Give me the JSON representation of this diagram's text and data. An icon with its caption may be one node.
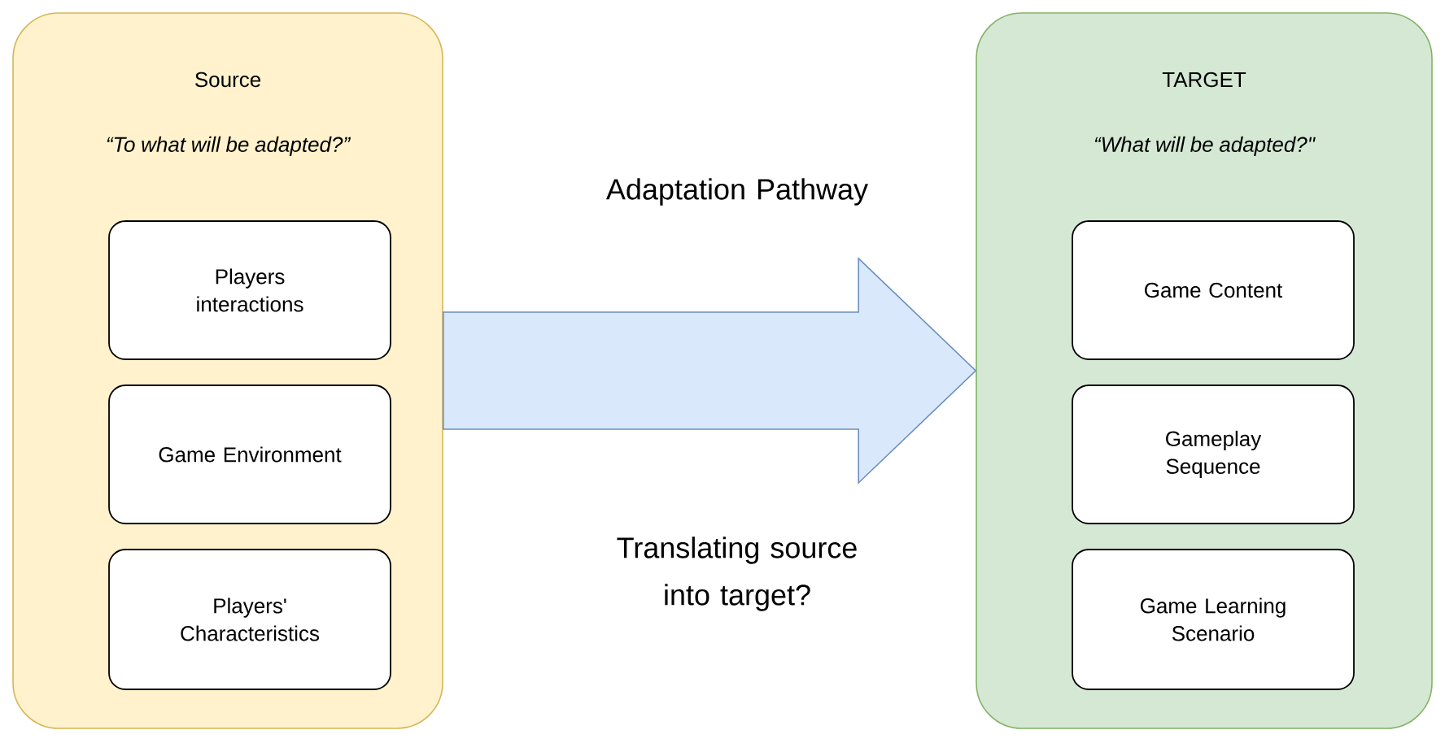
{
  "diagram": {
    "nodes": [
      {
        "text": [
          "Source",
          "“To what will be adapted?”"
        ]
      },
      {
        "text": [
          "Players interactions"
        ],
        "in": 0
      },
      {
        "text": [
          "Game Environment"
        ],
        "in": 0
      },
      {
        "text": [
          "Players' Characteristics"
        ],
        "in": 0
      },
      {
        "text": [
          "TARGET",
          "“What will be adapted?\""
        ]
      },
      {
        "text": [
          "Game Content"
        ],
        "in": 4
      },
      {
        "text": [
          "Gameplay Sequence"
        ],
        "in": 4
      },
      {
        "text": [
          "Game Learning Scenario"
        ],
        "in": 4
      }
    ],
    "edges": [
      {
        "from": 0,
        "to": 4,
        "arrow": "to",
        "style": "thick",
        "color": "#dae8fc"
      }
    ],
    "labels": [
      "Adaptation Pathway",
      "Translating source into target?"
    ]
  }
}
